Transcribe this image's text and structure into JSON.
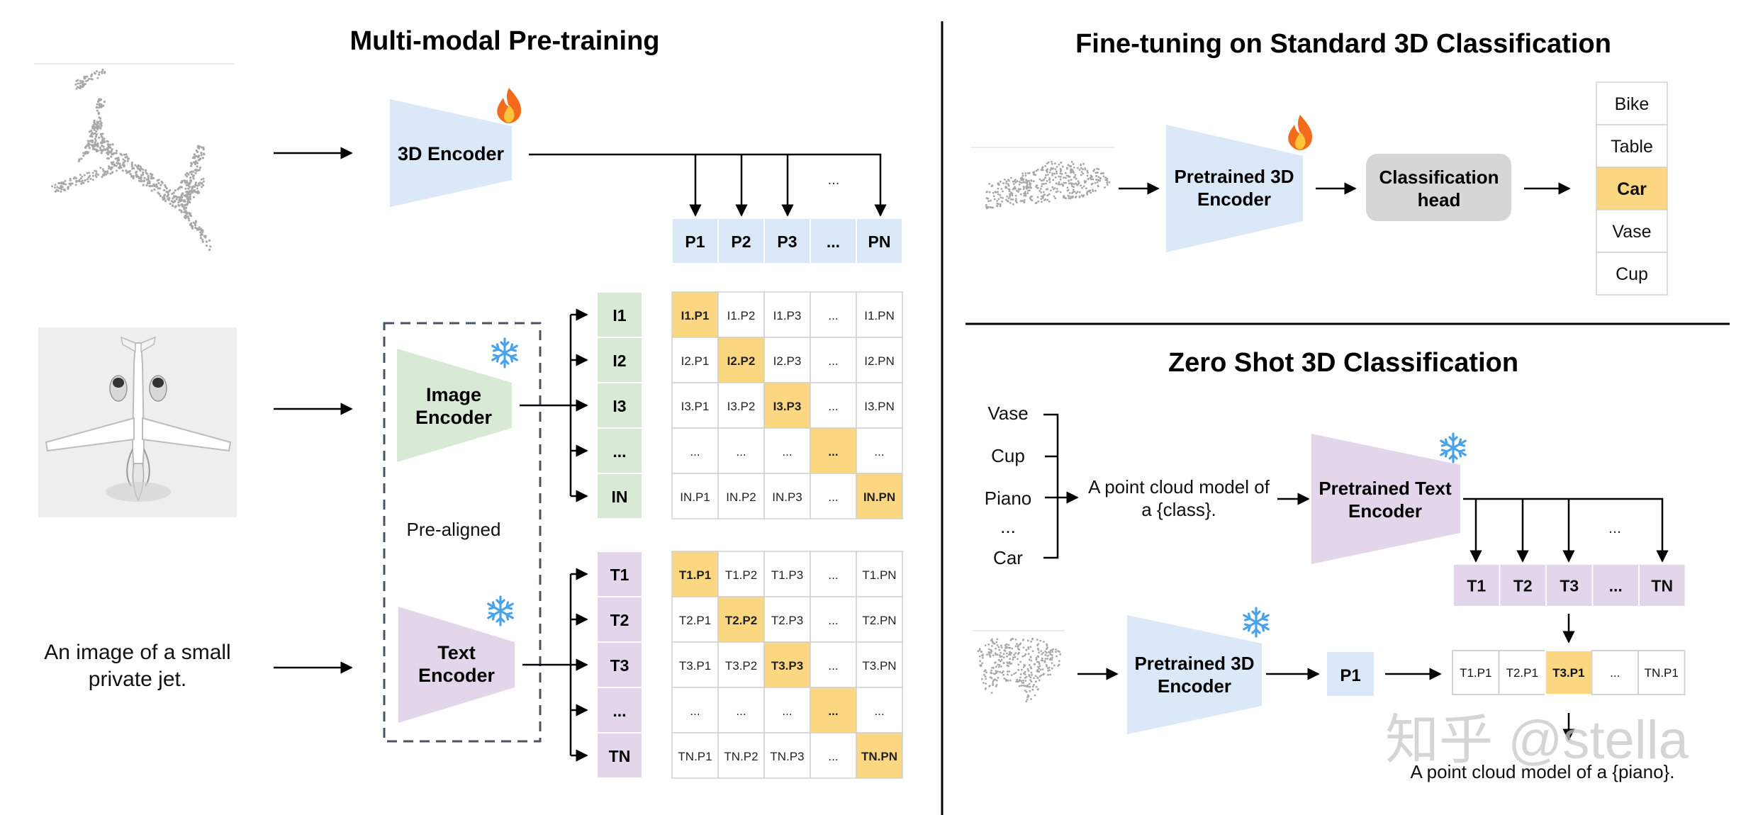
{
  "pretraining": {
    "title": "Multi-modal Pre-training",
    "encoder_3d": "3D Encoder",
    "image_encoder": "Image\nEncoder",
    "text_encoder": "Text\nEncoder",
    "pre_aligned": "Pre-aligned",
    "caption": "An image of a small\nprivate jet.",
    "points": [
      "P1",
      "P2",
      "P3",
      "...",
      "PN"
    ],
    "points_dots": "...",
    "image_tokens": [
      "I1",
      "I2",
      "I3",
      "...",
      "IN"
    ],
    "text_tokens": [
      "T1",
      "T2",
      "T3",
      "...",
      "TN"
    ],
    "image_matrix": [
      [
        "I1.P1",
        "I1.P2",
        "I1.P3",
        "...",
        "I1.PN"
      ],
      [
        "I2.P1",
        "I2.P2",
        "I2.P3",
        "...",
        "I2.PN"
      ],
      [
        "I3.P1",
        "I3.P2",
        "I3.P3",
        "...",
        "I3.PN"
      ],
      [
        "...",
        "...",
        "...",
        "...",
        "..."
      ],
      [
        "IN.P1",
        "IN.P2",
        "IN.P3",
        "...",
        "IN.PN"
      ]
    ],
    "text_matrix": [
      [
        "T1.P1",
        "T1.P2",
        "T1.P3",
        "...",
        "T1.PN"
      ],
      [
        "T2.P1",
        "T2.P2",
        "T2.P3",
        "...",
        "T2.PN"
      ],
      [
        "T3.P1",
        "T3.P2",
        "T3.P3",
        "...",
        "T3.PN"
      ],
      [
        "...",
        "...",
        "...",
        "...",
        "..."
      ],
      [
        "TN.P1",
        "TN.P2",
        "TN.P3",
        "...",
        "TN.PN"
      ]
    ]
  },
  "finetuning": {
    "title": "Fine-tuning on Standard 3D Classification",
    "encoder": "Pretrained 3D\nEncoder",
    "head": "Classification\nhead",
    "classes": [
      "Bike",
      "Table",
      "Car",
      "Vase",
      "Cup"
    ],
    "selected_index": 2
  },
  "zeroshot": {
    "title": "Zero Shot 3D Classification",
    "class_list": [
      "Vase",
      "Cup",
      "Piano",
      "...",
      "Car"
    ],
    "prompt": "A point cloud model of\na {class}.",
    "text_encoder": "Pretrained Text\nEncoder",
    "encoder_3d": "Pretrained 3D\nEncoder",
    "text_tokens": [
      "T1",
      "T2",
      "T3",
      "...",
      "TN"
    ],
    "tokens_dots": "...",
    "p1": "P1",
    "scores": [
      "T1.P1",
      "T2.P1",
      "T3.P1",
      "...",
      "TN.P1"
    ],
    "selected_index": 2,
    "result": "A point cloud model of a {piano}."
  },
  "watermark": "知乎 @stella",
  "colors": {
    "blue_encoder": "#dbe8f8",
    "green_encoder": "#d8ead5",
    "purple_encoder": "#e3d6ea",
    "highlight": "#fcd782",
    "head_gray": "#d6d6d6"
  },
  "icons": [
    "fire-icon",
    "snowflake-icon"
  ]
}
